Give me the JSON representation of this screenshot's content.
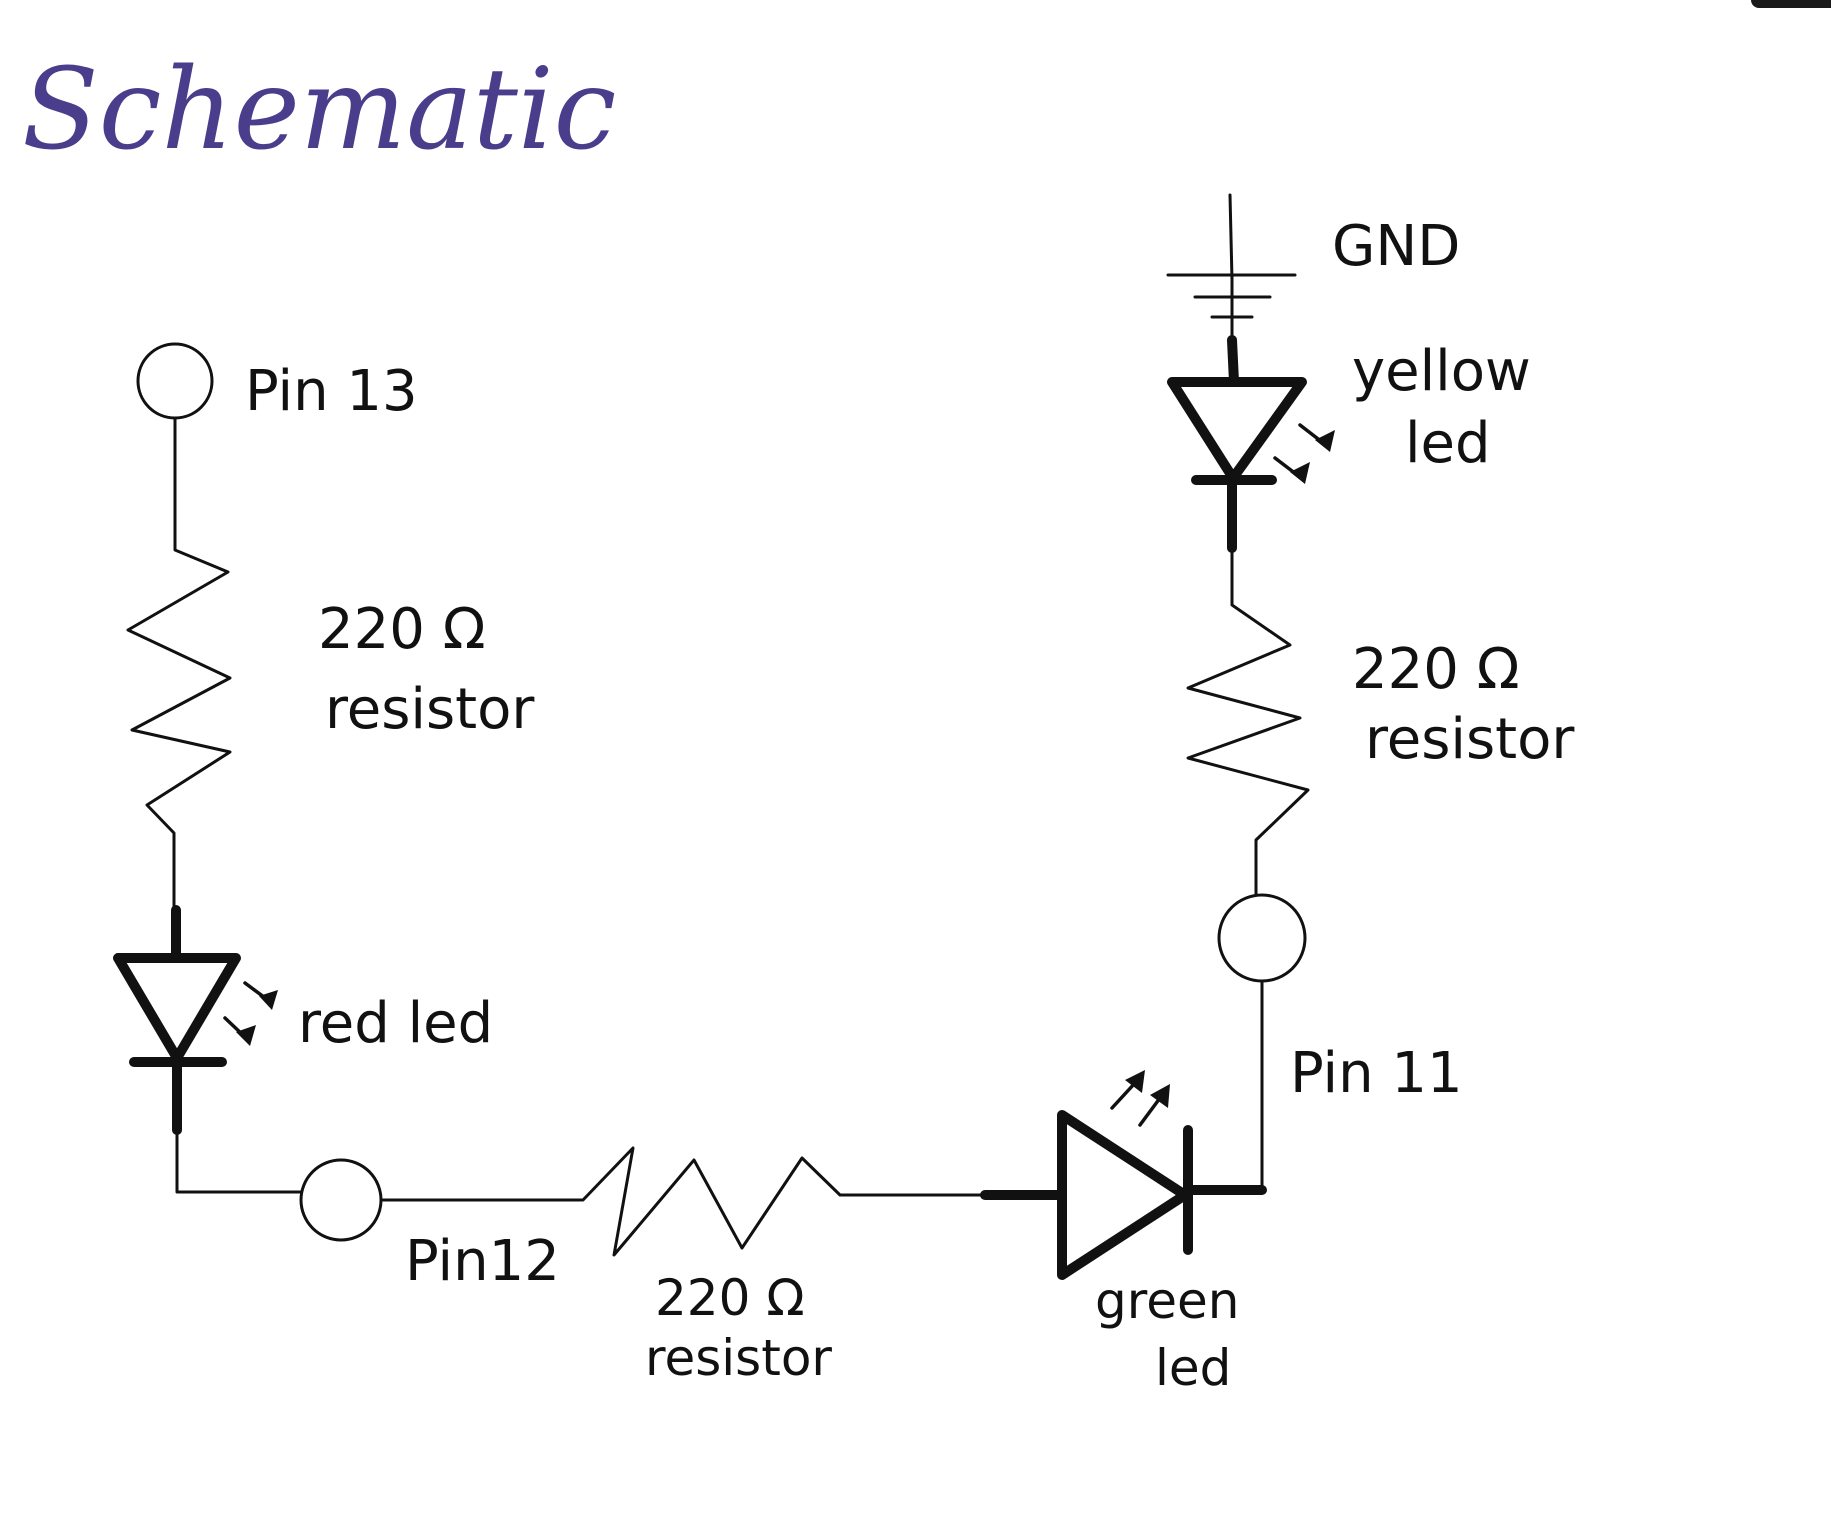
{
  "title": "Schematic",
  "labels": {
    "pin13": "Pin 13",
    "pin12": "Pin12",
    "pin11": "Pin 11",
    "gnd": "GND",
    "r1_value": "220 Ω",
    "r1_name": "resistor",
    "r2_value": "220 Ω",
    "r2_name": "resistor",
    "r3_value": "220 Ω",
    "r3_name": "resistor",
    "red_led": "red led",
    "green_led_1": "green",
    "green_led_2": "led",
    "yellow_led_1": "yellow",
    "yellow_led_2": "led"
  },
  "colors": {
    "title": "#4a3d8c",
    "ink": "#111111"
  }
}
